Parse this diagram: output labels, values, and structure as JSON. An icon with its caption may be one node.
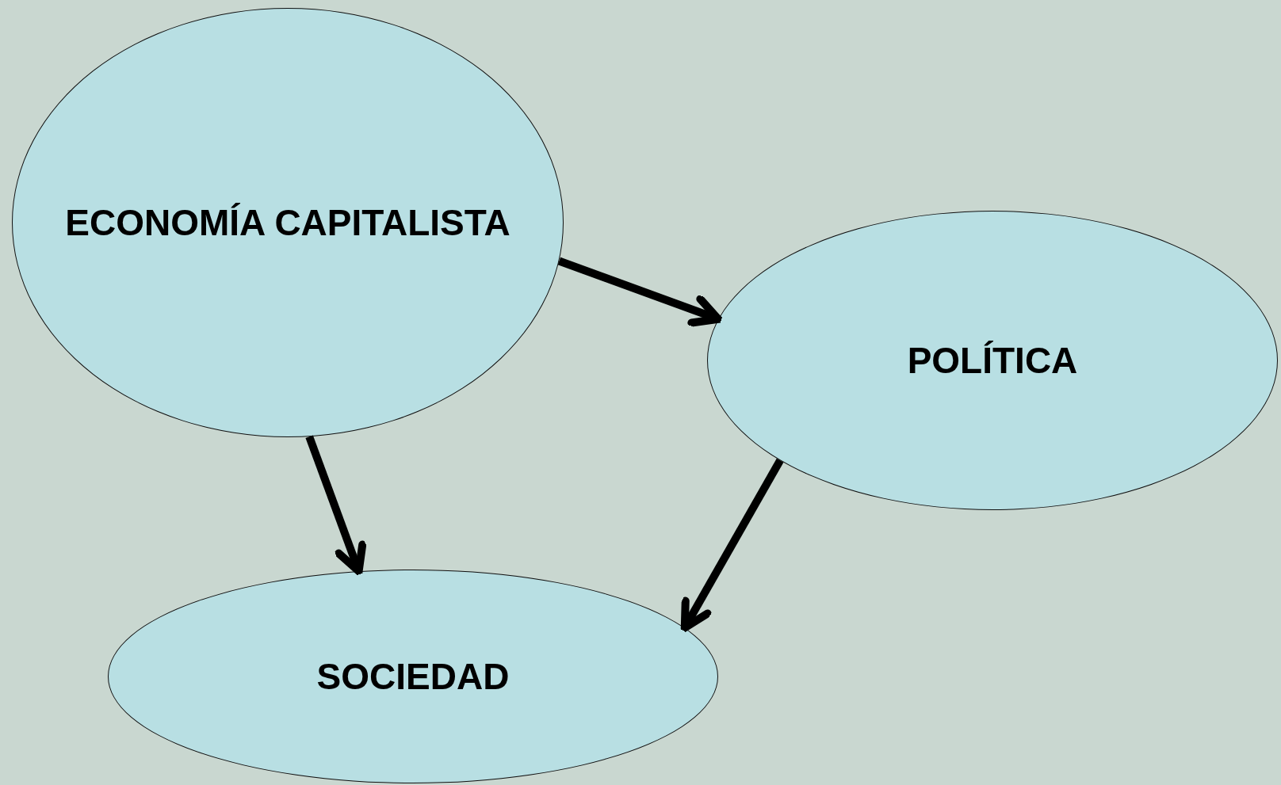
{
  "diagram": {
    "nodes": [
      {
        "text": [
          "ECONOMÍA CAPITALISTA"
        ]
      },
      {
        "text": [
          "POLÍTICA"
        ]
      },
      {
        "text": [
          "SOCIEDAD"
        ]
      }
    ],
    "edges": [
      {
        "from": 0,
        "to": 1,
        "arrow": "to"
      },
      {
        "from": 0,
        "to": 2,
        "arrow": "to"
      },
      {
        "from": 1,
        "to": 2,
        "arrow": "to"
      }
    ]
  }
}
